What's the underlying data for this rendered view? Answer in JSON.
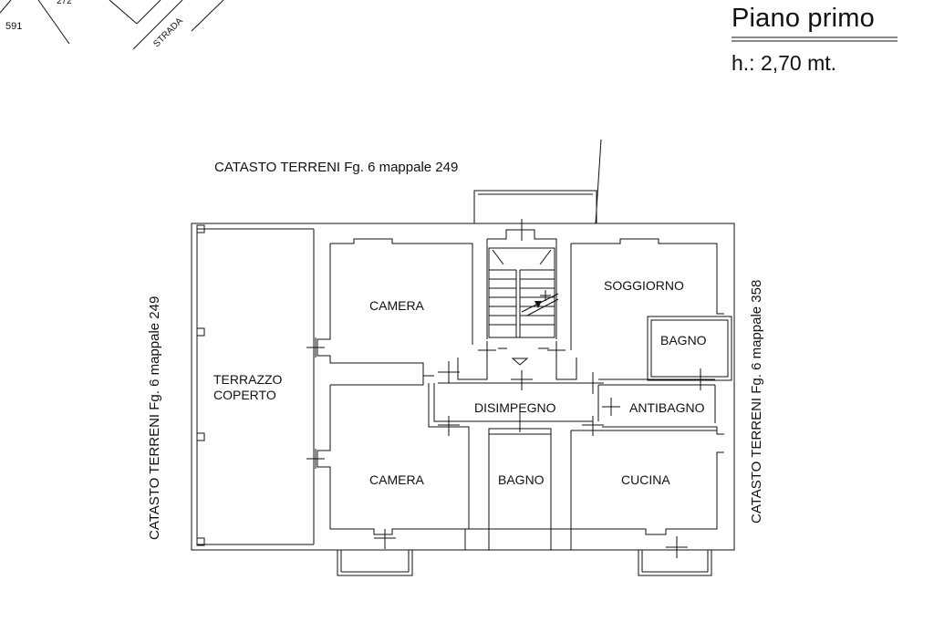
{
  "sheet": {
    "title": "Piano primo",
    "height_note": "h.: 2,70 mt."
  },
  "site_map": {
    "parcel_partial": "272",
    "parcel": "591",
    "road": "STRADA"
  },
  "cadastre": {
    "north": "CATASTO TERRENI Fg. 6 mappale 249",
    "west": "CATASTO TERRENI Fg. 6 mappale 249",
    "east": "CATASTO TERRENI Fg. 6 mappale 358"
  },
  "rooms": {
    "camera_top": "CAMERA",
    "soggiorno": "SOGGIORNO",
    "bagno_top": "BAGNO",
    "terrazzo_line1": "TERRAZZO",
    "terrazzo_line2": "COPERTO",
    "disimpegno": "DISIMPEGNO",
    "antibagno": "ANTIBAGNO",
    "camera_bottom": "CAMERA",
    "bagno_bottom": "BAGNO",
    "cucina": "CUCINA"
  }
}
